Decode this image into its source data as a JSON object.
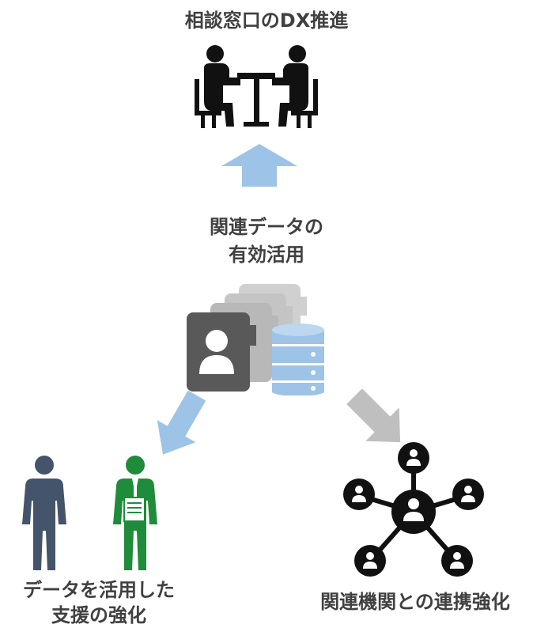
{
  "top": {
    "title": "相談窓口のDX推進",
    "icon": "meeting-table-icon"
  },
  "center": {
    "line1": "関連データの",
    "line2": "有効活用",
    "icons": [
      "contact-cards-icon",
      "database-icon"
    ]
  },
  "left": {
    "line1": "データを活用した",
    "line2": "支援の強化",
    "icons": [
      "person-icon",
      "staff-with-document-icon"
    ]
  },
  "right": {
    "label": "関連機関との連携強化",
    "icon": "network-hub-icon"
  },
  "colors": {
    "text": "#404040",
    "black": "#111111",
    "blue_arrow": "#9dc3e6",
    "gray_arrow": "#bfbfbf",
    "card_dark": "#595959",
    "card_light": "#bfbfbf",
    "db_blue": "#9dc3e6",
    "person_slate": "#44546a",
    "person_green": "#1e8c3a"
  }
}
